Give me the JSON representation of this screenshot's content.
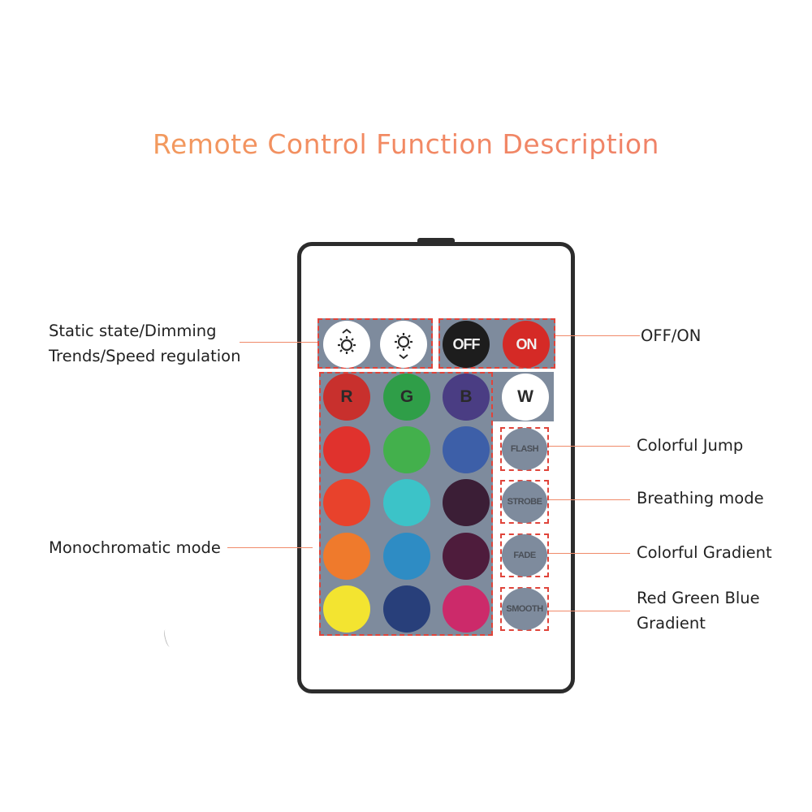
{
  "title": "Remote Control Function Description",
  "colors": {
    "title_gradient_start": "#f3a55a",
    "title_gradient_end": "#ee7f6c",
    "connector_line": "#f08a6a",
    "zone_fill": "#7e8b9d",
    "dashed_frame": "#e0443a",
    "remote_border": "#2c2c2c"
  },
  "labels": {
    "static_dimming_line1": "Static state/Dimming",
    "static_dimming_line2": "Trends/Speed regulation",
    "off_on": "OFF/ON",
    "colorful_jump": "Colorful Jump",
    "breathing_mode": "Breathing mode",
    "colorful_gradient": "Colorful Gradient",
    "rgb_gradient_line1": "Red Green Blue",
    "rgb_gradient_line2": "Gradient",
    "monochromatic_mode": "Monochromatic mode"
  },
  "remote": {
    "brightness_buttons": [
      {
        "name": "brightness-up",
        "icon": "brightness-up-icon"
      },
      {
        "name": "brightness-down",
        "icon": "brightness-down-icon"
      }
    ],
    "power": {
      "off": {
        "label": "OFF",
        "color": "#1d1d1d"
      },
      "on": {
        "label": "ON",
        "color": "#d52a26"
      }
    },
    "letters": [
      {
        "label": "R",
        "color": "#c8302d"
      },
      {
        "label": "G",
        "color": "#2f9e48"
      },
      {
        "label": "B",
        "color": "#4a3d83"
      },
      {
        "label": "W",
        "color": "#ffffff"
      }
    ],
    "color_grid": [
      [
        "#e0322d",
        "#43b04c",
        "#3d5fa8"
      ],
      [
        "#e8422c",
        "#3cc3c8",
        "#3b1e36"
      ],
      [
        "#ef7a2c",
        "#2e8cc4",
        "#4e1c3c"
      ],
      [
        "#f3e430",
        "#283f7a",
        "#cc2a6a"
      ]
    ],
    "modes": [
      {
        "label": "FLASH"
      },
      {
        "label": "STROBE"
      },
      {
        "label": "FADE"
      },
      {
        "label": "SMOOTH"
      }
    ]
  }
}
